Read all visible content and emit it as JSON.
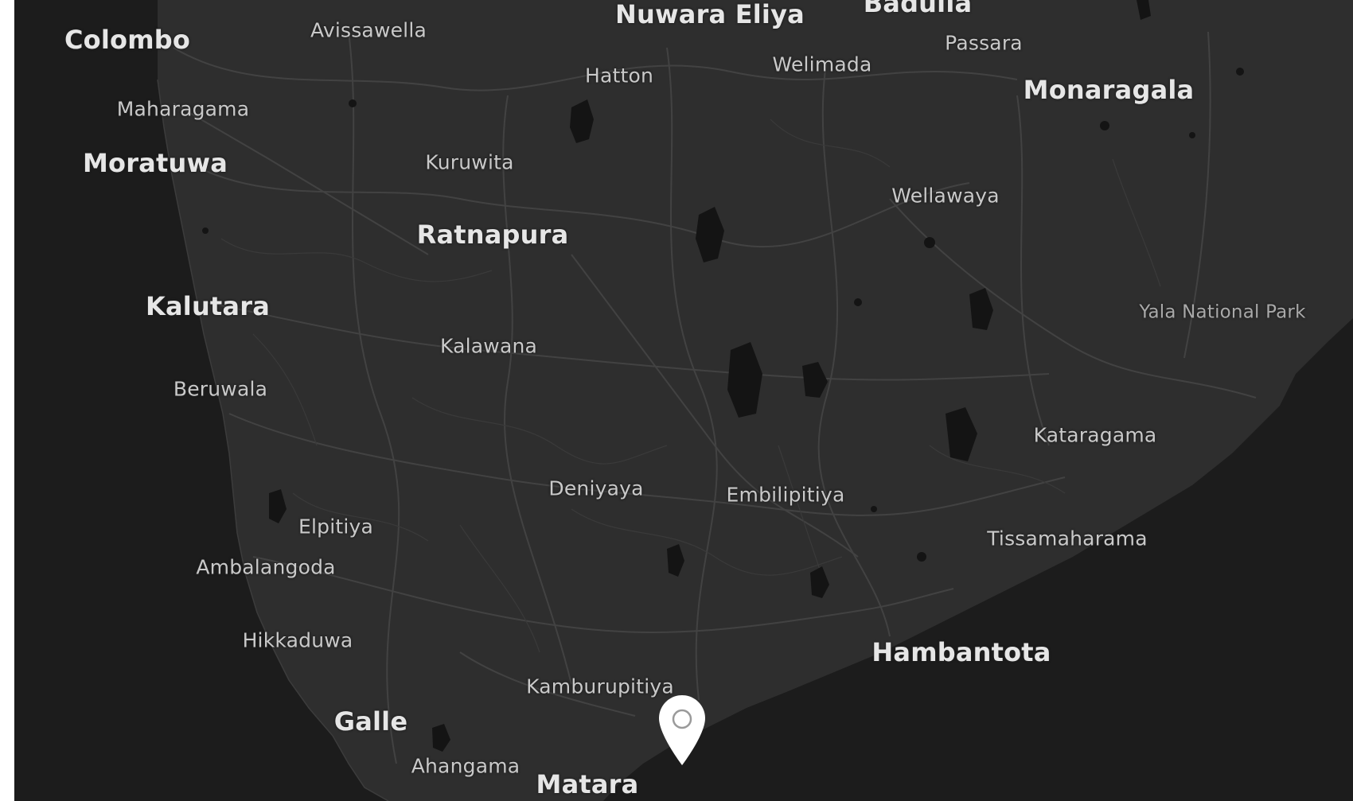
{
  "map": {
    "theme": "dark",
    "colors": {
      "sea": "#1c1c1c",
      "land": "#2e2e2e",
      "road": "#444444",
      "water_body": "#151515",
      "label": "#c9c9c9",
      "label_major": "#e6e6e6",
      "pin": "#ffffff"
    },
    "labels": {
      "colombo": "Colombo",
      "avissawella": "Avissawella",
      "nuwara_eliya": "Nuwara Eliya",
      "badulla": "Badulla",
      "passara": "Passara",
      "hatton": "Hatton",
      "welimada": "Welimada",
      "monaragala": "Monaragala",
      "maharagama": "Maharagama",
      "moratuwa": "Moratuwa",
      "kuruwita": "Kuruwita",
      "wellawaya": "Wellawaya",
      "ratnapura": "Ratnapura",
      "kalutara": "Kalutara",
      "yala_national_park": "Yala National Park",
      "kalawana": "Kalawana",
      "beruwala": "Beruwala",
      "kataragama": "Kataragama",
      "deniyaya": "Deniyaya",
      "embilipitiya": "Embilipitiya",
      "elpitiya": "Elpitiya",
      "tissamaharama": "Tissamaharama",
      "ambalangoda": "Ambalangoda",
      "hikkaduwa": "Hikkaduwa",
      "hambantota": "Hambantota",
      "kamburupitiya": "Kamburupitiya",
      "galle": "Galle",
      "ahangama": "Ahangama",
      "matara": "Matara"
    },
    "marker": {
      "icon": "location-pin-icon"
    }
  }
}
